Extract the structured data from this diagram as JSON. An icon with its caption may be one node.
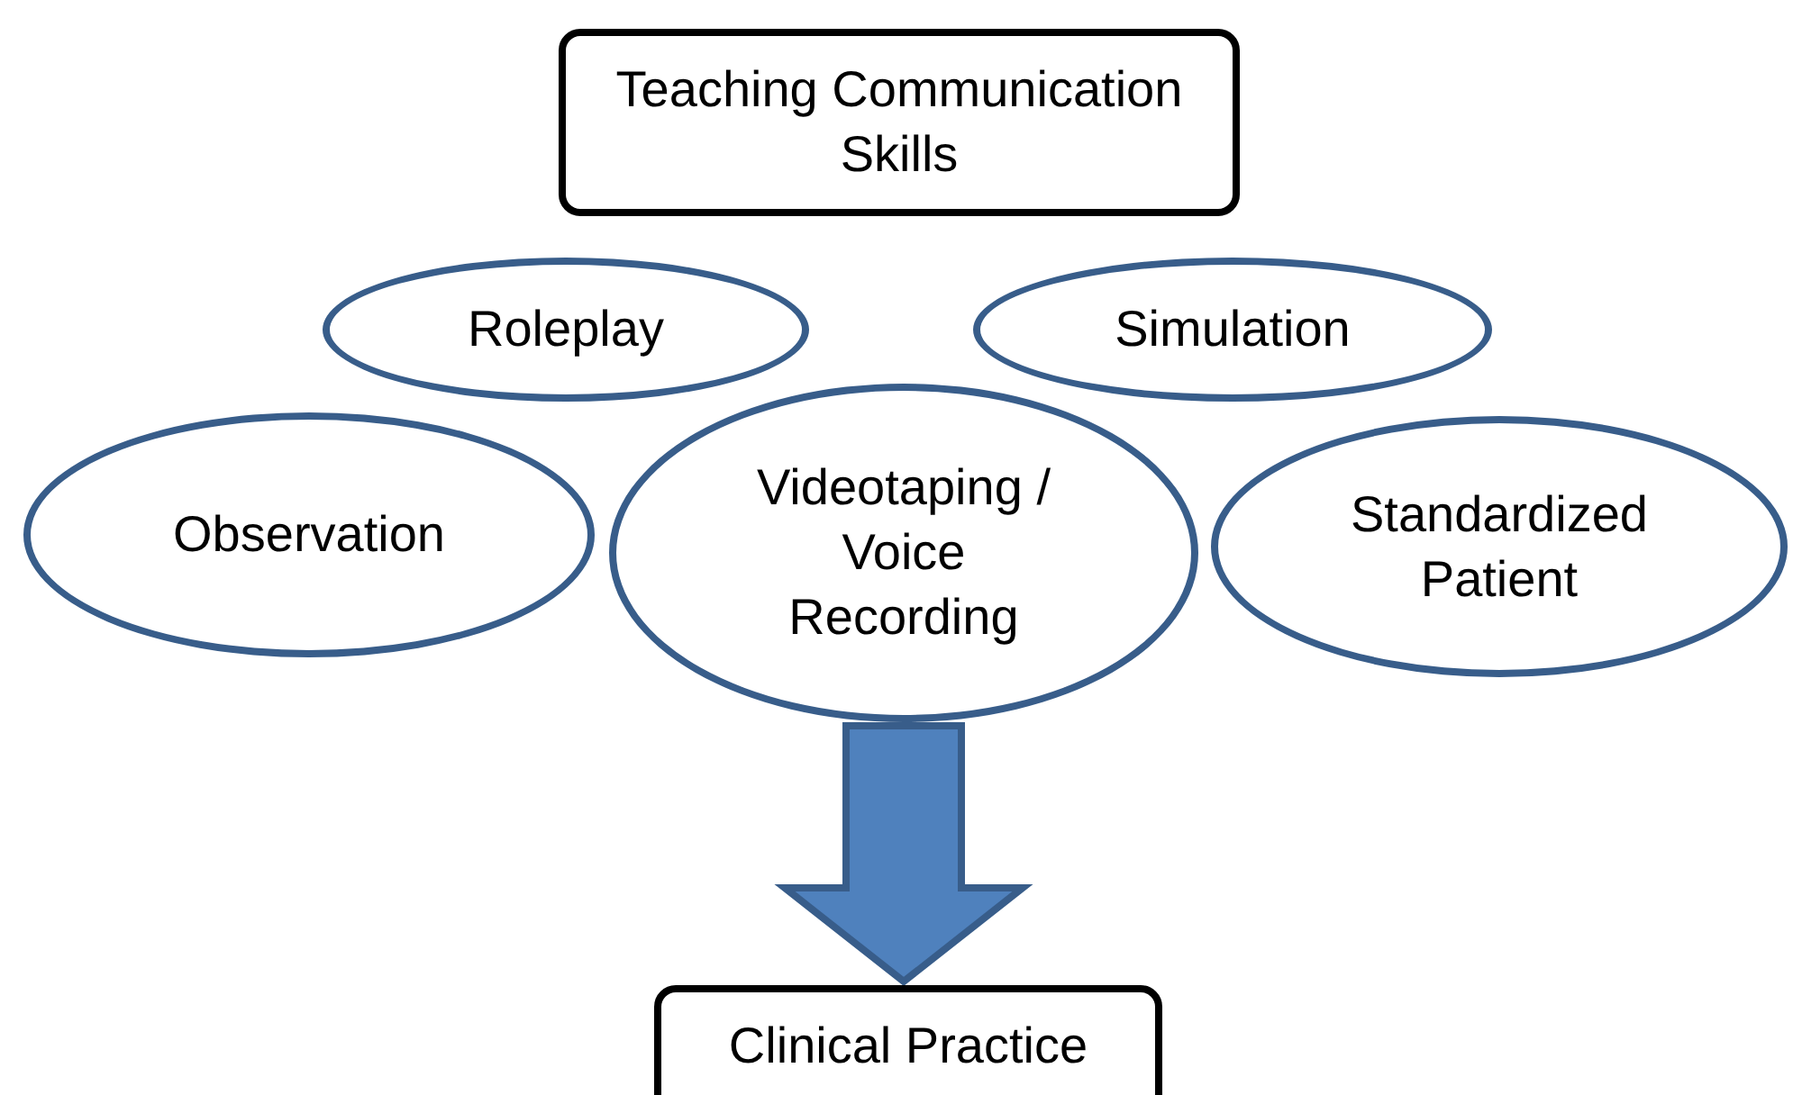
{
  "diagram": {
    "nodes": [
      {
        "text": [
          "Teaching Communication Skills"
        ]
      },
      {
        "text": [
          "Roleplay"
        ]
      },
      {
        "text": [
          "Simulation"
        ]
      },
      {
        "text": [
          "Observation"
        ]
      },
      {
        "text": [
          "Videotaping / Voice Recording"
        ]
      },
      {
        "text": [
          "Standardized Patient"
        ]
      },
      {
        "text": [
          "Clinical Practice"
        ]
      }
    ],
    "edges": [
      {
        "from": 4,
        "to": 6,
        "arrow": "to",
        "style": "thick",
        "color": "#4f81bd"
      }
    ]
  }
}
